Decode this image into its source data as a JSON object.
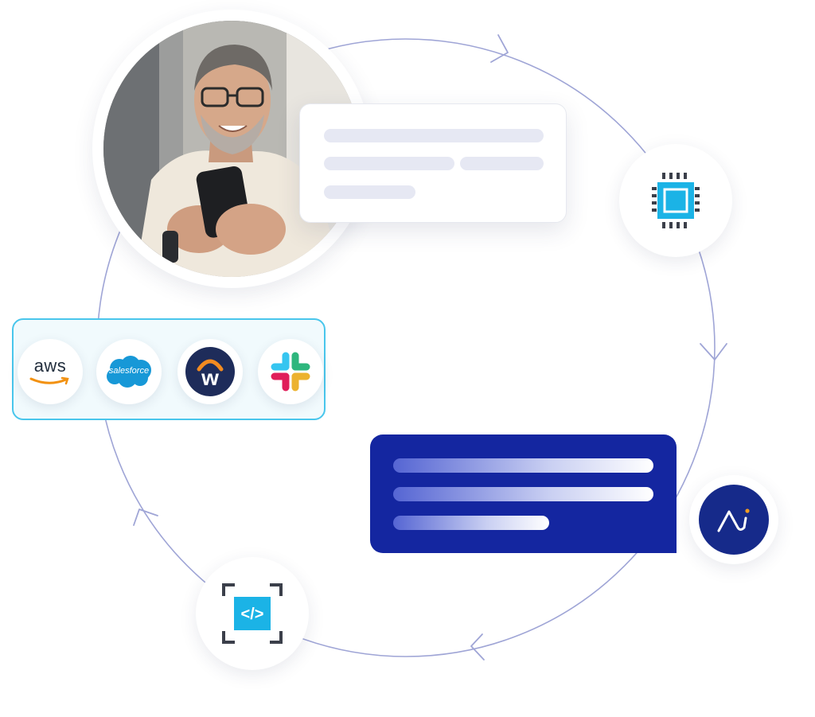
{
  "integrations": {
    "aws": {
      "label": "aws",
      "icon": "aws-logo"
    },
    "salesforce": {
      "label": "salesforce",
      "icon": "salesforce-logo"
    },
    "workday": {
      "label": "w",
      "icon": "workday-logo"
    },
    "slack": {
      "icon": "slack-logo"
    }
  },
  "nodes": {
    "chip": {
      "icon": "processor-chip-icon"
    },
    "code": {
      "icon": "code-brackets-icon",
      "label": "</>"
    },
    "ai": {
      "icon": "ai-assistant-icon"
    }
  },
  "photo": {
    "icon": "person-with-phone-photo"
  },
  "colors": {
    "cycle_line": "#9fa5d6",
    "accent_cyan": "#1bb3e6",
    "navy": "#1426a0",
    "placeholder": "#e6e8f3"
  }
}
